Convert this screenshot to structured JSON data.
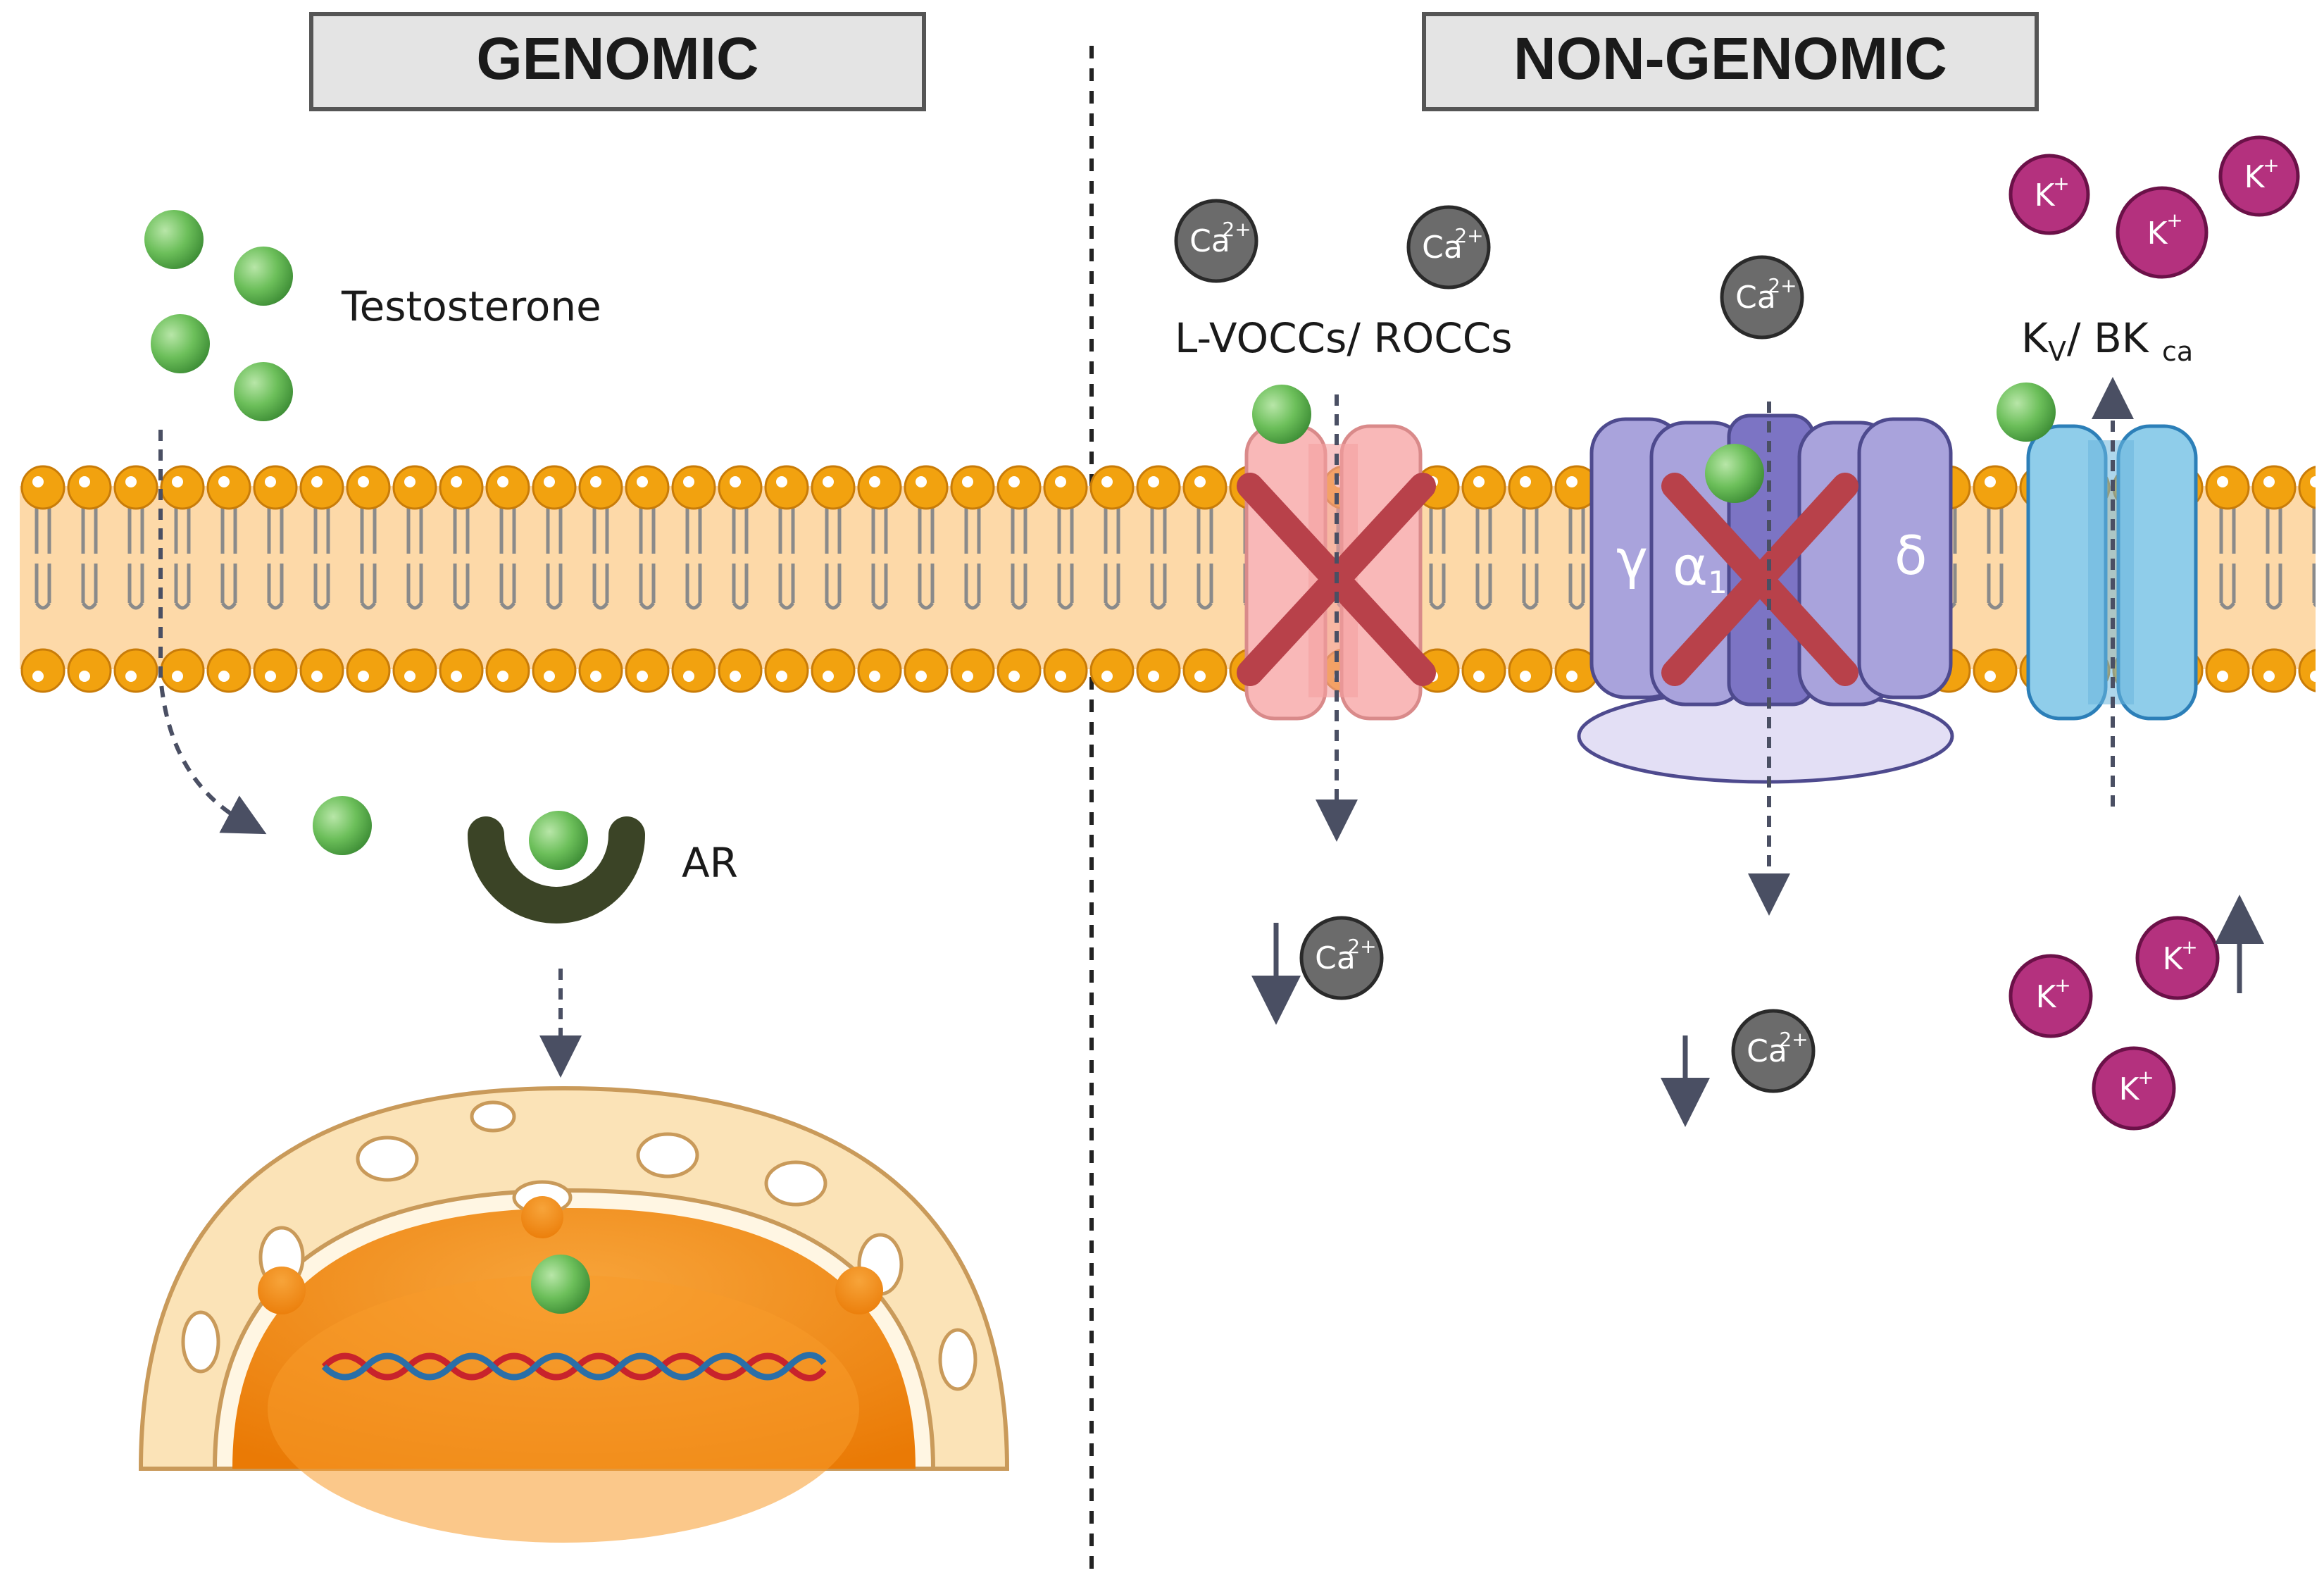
{
  "panels": {
    "genomic_title": "GENOMIC",
    "nongenomic_title": "NON-GENOMIC"
  },
  "labels": {
    "testosterone": "Testosterone",
    "androgen_receptor": "AR",
    "calcium_channels": "L-VOCCs/ ROCCs",
    "potassium_channels_k": "K",
    "potassium_channels_v": "V",
    "potassium_channels_bk": "/ BK",
    "potassium_channels_ca": "ca"
  },
  "ions": {
    "calcium": {
      "symbol": "Ca",
      "charge": "2+"
    },
    "potassium": {
      "symbol": "K",
      "charge": "+"
    }
  },
  "subunits": {
    "gamma": "γ",
    "alpha": "α",
    "alpha_index": "1",
    "delta": "δ"
  },
  "colors": {
    "testosterone": "#6cbf5a",
    "calcium_ion": "#666666",
    "potassium_ion": "#b4317e",
    "lipid_head": "#f2a20f",
    "membrane_core": "#fdd9a8",
    "l_vocc_channel": "#f9b8b8",
    "l_type_channel": "#a9a3dc",
    "k_channel": "#8fcdea",
    "receptor_ar": "#3b4426",
    "inhibition_cross": "#b8414a",
    "nucleus": "#f38b12",
    "nuclear_envelope": "#fbe3b7"
  }
}
